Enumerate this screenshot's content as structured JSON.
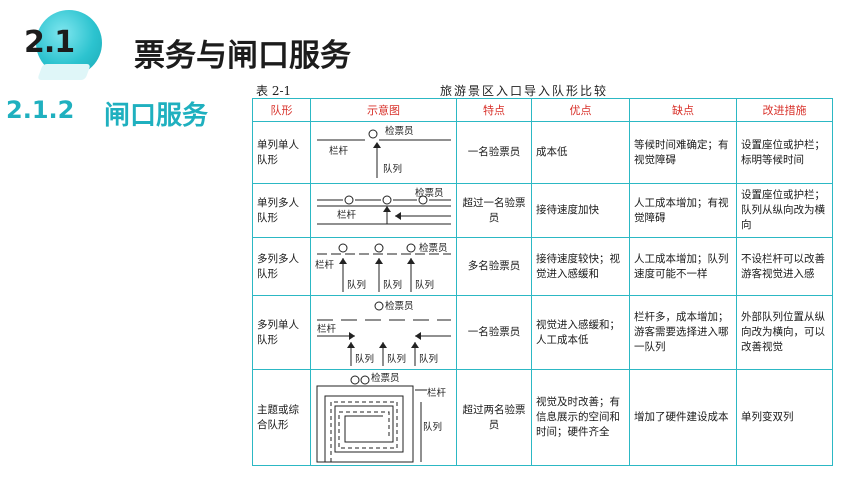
{
  "header": {
    "badge": "2.1",
    "title": "票务与闸口服务",
    "sub_number": "2.1.2",
    "sub_title": "闸口服务"
  },
  "doc": {
    "table_no": "表 2-1",
    "table_title": "旅游景区入口导入队形比较",
    "columns": [
      "队形",
      "示意图",
      "特点",
      "优点",
      "缺点",
      "改进措施"
    ],
    "rows": [
      {
        "form": "单列单人队形",
        "diagram": {
          "staff": "检票员",
          "rail": "栏杆",
          "queue": "队列"
        },
        "feature": "一名验票员",
        "pro": "成本低",
        "con": "等候时间难确定；有视觉障碍",
        "fix": "设置座位或护栏；标明等候时间"
      },
      {
        "form": "单列多人队形",
        "diagram": {
          "staff": "检票员",
          "rail": "栏杆"
        },
        "feature": "超过一名验票员",
        "pro": "接待速度加快",
        "con": "人工成本增加；有视觉障碍",
        "fix": "设置座位或护栏；队列从纵向改为横向"
      },
      {
        "form": "多列多人队形",
        "diagram": {
          "staff": "检票员",
          "rail": "栏杆",
          "queue": "队列"
        },
        "feature": "多名验票员",
        "pro": "接待速度较快；视觉进入感缓和",
        "con": "人工成本增加；队列速度可能不一样",
        "fix": "不设栏杆可以改善游客视觉进入感"
      },
      {
        "form": "多列单人队形",
        "diagram": {
          "staff": "检票员",
          "rail": "栏杆",
          "queue": "队列"
        },
        "feature": "一名验票员",
        "pro": "视觉进入感缓和；人工成本低",
        "con": "栏杆多，成本增加；游客需要选择进入哪一队列",
        "fix": "外部队列位置从纵向改为横向，可以改善视觉"
      },
      {
        "form": "主题或综合队形",
        "diagram": {
          "staff": "检票员",
          "rail": "栏杆",
          "queue": "队列"
        },
        "feature": "超过两名验票员",
        "pro": "视觉及时改善；有信息展示的空间和时间；硬件齐全",
        "con": "增加了硬件建设成本",
        "fix": "单列变双列"
      }
    ]
  }
}
